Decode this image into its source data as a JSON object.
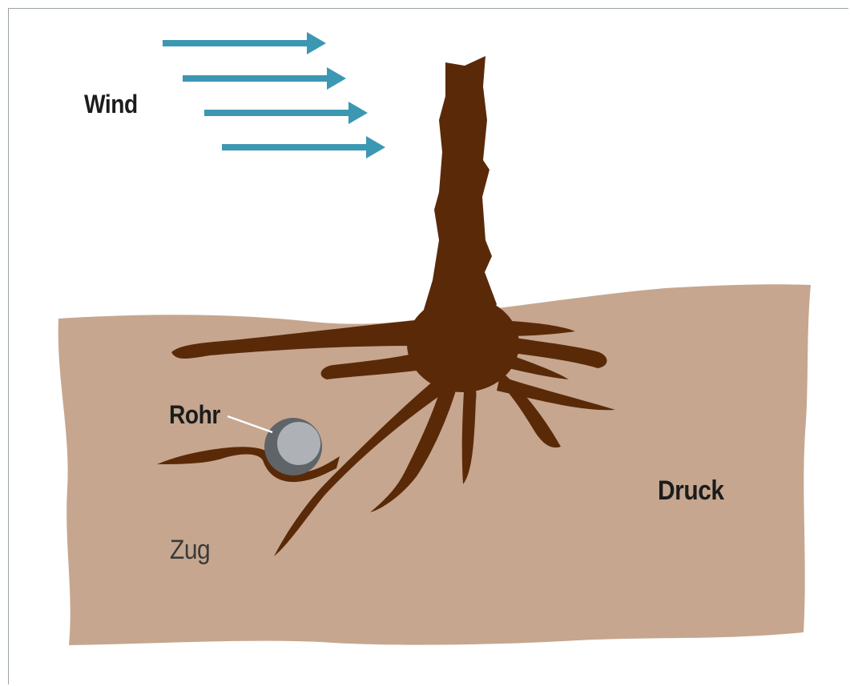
{
  "labels": {
    "wind": "Wind",
    "pipe": "Rohr",
    "pressure": "Druck",
    "tension": "Zug"
  },
  "colors": {
    "soil": "#c6a68f",
    "root": "#5a2a08",
    "wind_arrow": "#3c97b3",
    "pipe_outer": "#5f6469",
    "pipe_inner": "#aeb2b6",
    "frame": "#9aa3a6"
  },
  "icons": {
    "wind": "arrow-right-icon",
    "pipe": "pipe-cross-section-icon"
  }
}
